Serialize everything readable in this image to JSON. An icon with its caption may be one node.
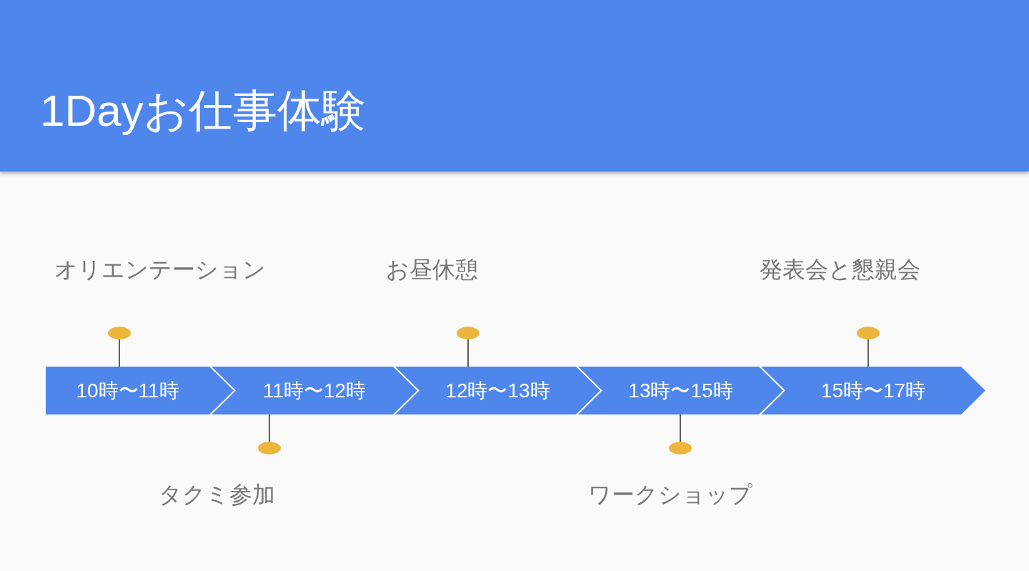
{
  "diagram": {
    "title": "1Dayお仕事体験",
    "nodes": [
      {
        "text": [
          "10時〜11時"
        ]
      },
      {
        "text": [
          "11時〜12時"
        ]
      },
      {
        "text": [
          "12時〜13時"
        ]
      },
      {
        "text": [
          "13時〜15時"
        ]
      },
      {
        "text": [
          "15時〜17時"
        ]
      },
      {
        "text": [],
        "shape": "circle",
        "beside": [
          "オリエンテーション"
        ]
      },
      {
        "text": [],
        "shape": "circle",
        "beside": [
          "タクミ参加"
        ]
      },
      {
        "text": [],
        "shape": "circle",
        "beside": [
          "お昼休憩"
        ]
      },
      {
        "text": [],
        "shape": "circle",
        "beside": [
          "ワークショップ"
        ]
      },
      {
        "text": [],
        "shape": "circle",
        "beside": [
          "発表会と懇親会"
        ]
      }
    ],
    "edges": [
      {
        "from": 0,
        "to": 5,
        "arrow": "none"
      },
      {
        "from": 1,
        "to": 6,
        "arrow": "none"
      },
      {
        "from": 2,
        "to": 7,
        "arrow": "none"
      },
      {
        "from": 3,
        "to": 8,
        "arrow": "none"
      },
      {
        "from": 4,
        "to": 9,
        "arrow": "none"
      }
    ]
  }
}
